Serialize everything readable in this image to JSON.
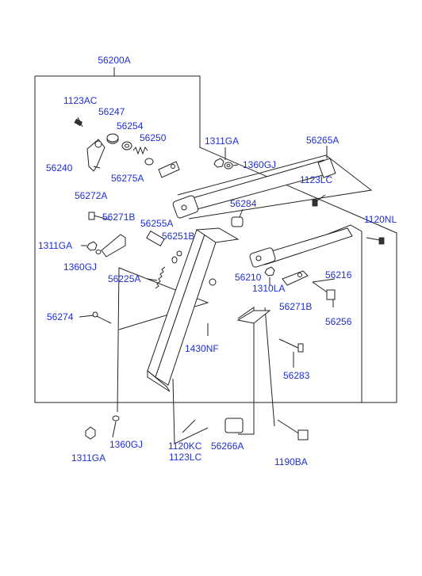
{
  "diagram": {
    "labels": {
      "assembly": "56200A",
      "l1123AC": "1123AC",
      "l56247": "56247",
      "l56254": "56254",
      "l56250": "56250",
      "l56240": "56240",
      "l56275A": "56275A",
      "l1311GA_top": "1311GA",
      "l1360GJ_top": "1360GJ",
      "l56265A": "56265A",
      "l1123LC_r": "1123LC",
      "l1120NL": "1120NL",
      "l56272A": "56272A",
      "l56284": "56284",
      "l56271B_l": "56271B",
      "l56255A": "56255A",
      "l56251B": "56251B",
      "l1311GA_l": "1311GA",
      "l1360GJ_l": "1360GJ",
      "l56225A": "56225A",
      "l56210": "56210",
      "l56216": "56216",
      "l1310LA": "1310LA",
      "l56271B_r": "56271B",
      "l56256": "56256",
      "l56274": "56274",
      "l1430NF": "1430NF",
      "l56283": "56283",
      "l1360GJ_b": "1360GJ",
      "l1311GA_b": "1311GA",
      "l1120KC": "1120KC",
      "l1123LC_b": "1123LC",
      "l56266A": "56266A",
      "l1190BA": "1190BA"
    }
  }
}
